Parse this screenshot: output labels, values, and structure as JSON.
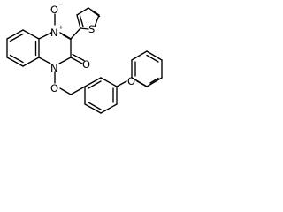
{
  "molecule": {
    "atoms": {
      "n_oxide": "N",
      "n_oxide_charge": "+",
      "o_oxide": "O",
      "o_oxide_charge": "−",
      "s_thiophene": "S",
      "o_carbonyl": "O",
      "n_ring": "N",
      "o_nitrogen_ether": "O",
      "o_aryl_ether": "O"
    }
  }
}
